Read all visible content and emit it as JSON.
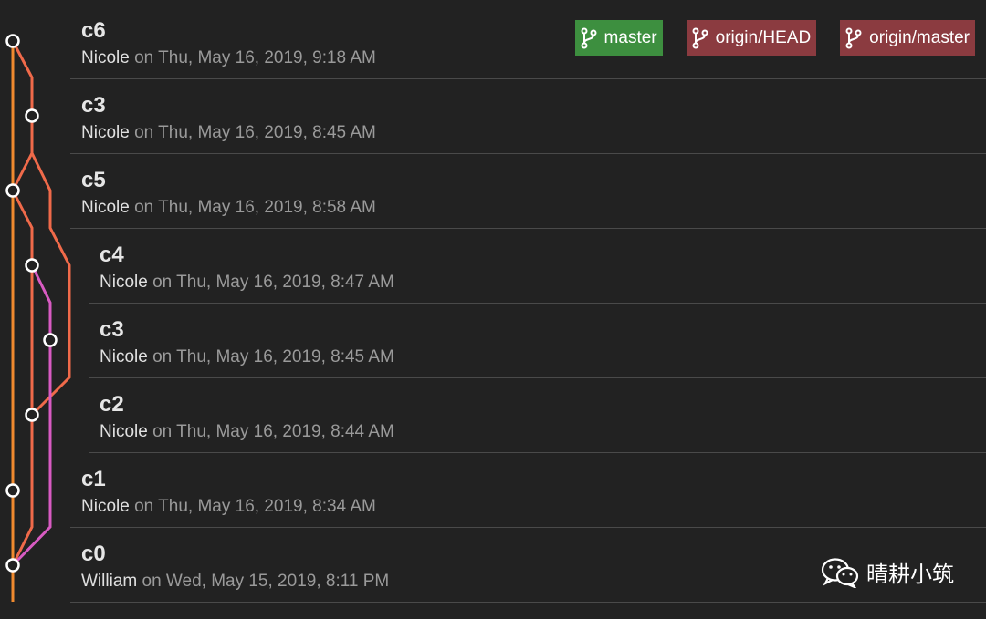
{
  "colors": {
    "background": "#222222",
    "branch_main": "#f08a2f",
    "branch_second": "#f06a4a",
    "branch_third": "#d85bc2",
    "ref_local": "#3d8f3f",
    "ref_remote": "#8b3b40"
  },
  "commits": [
    {
      "title": "c6",
      "author": "Nicole",
      "date": " on Thu, May 16, 2019, 9:18 AM"
    },
    {
      "title": "c3",
      "author": "Nicole",
      "date": " on Thu, May 16, 2019, 8:45 AM"
    },
    {
      "title": "c5",
      "author": "Nicole",
      "date": " on Thu, May 16, 2019, 8:58 AM"
    },
    {
      "title": "c4",
      "author": "Nicole",
      "date": " on Thu, May 16, 2019, 8:47 AM"
    },
    {
      "title": "c3",
      "author": "Nicole",
      "date": " on Thu, May 16, 2019, 8:45 AM"
    },
    {
      "title": "c2",
      "author": "Nicole",
      "date": " on Thu, May 16, 2019, 8:44 AM"
    },
    {
      "title": "c1",
      "author": "Nicole",
      "date": " on Thu, May 16, 2019, 8:34 AM"
    },
    {
      "title": "c0",
      "author": "William",
      "date": " on Wed, May 15, 2019, 8:11 PM"
    }
  ],
  "refs": [
    {
      "label": "master",
      "kind": "local",
      "icon": "git-branch-icon"
    },
    {
      "label": "origin/HEAD",
      "kind": "remote",
      "icon": "git-branch-icon"
    },
    {
      "label": "origin/master",
      "kind": "remote",
      "icon": "git-branch-icon"
    }
  ],
  "watermark": {
    "text": "晴耕小筑",
    "icon": "wechat-icon"
  }
}
